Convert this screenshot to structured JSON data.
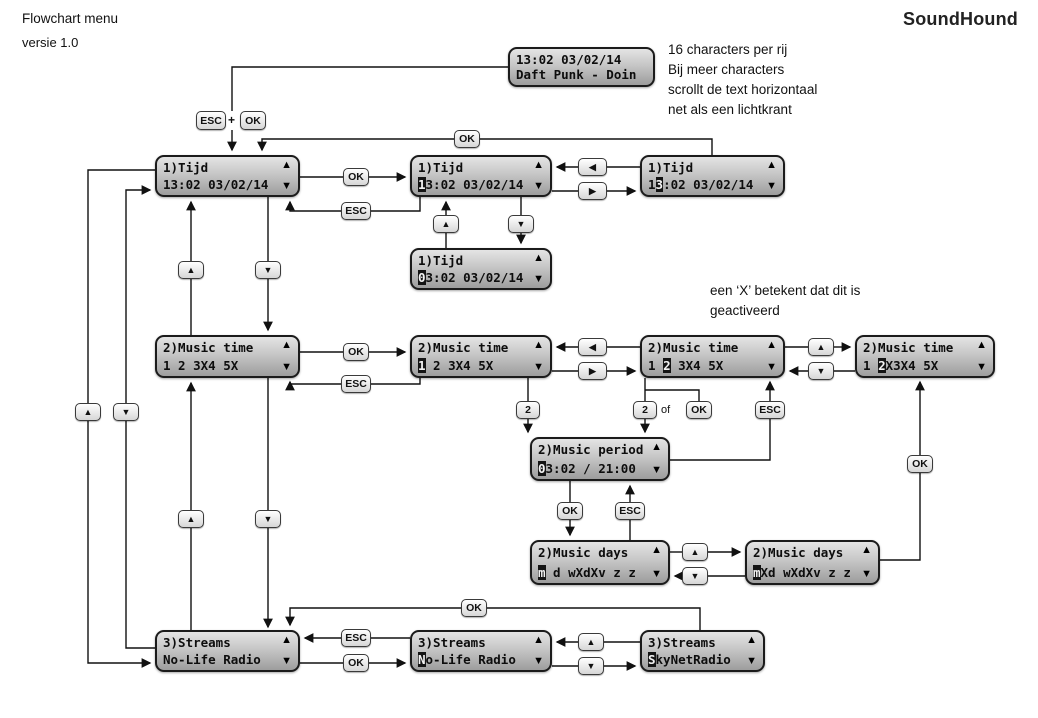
{
  "header": {
    "title": "Flowchart menu",
    "version": "versie 1.0",
    "brand": "SoundHound"
  },
  "notes": {
    "scroll_line1": "16 characters per rij",
    "scroll_line2": "Bij meer characters",
    "scroll_line3": "scrollt de text horizontaal",
    "scroll_line4": "net als een lichtkrant",
    "x_line1": "een ‘X’ betekent dat dit is",
    "x_line2": "geactiveerd",
    "plus": "+",
    "of": "of"
  },
  "buttons": {
    "ok": "OK",
    "esc": "ESC",
    "two": "2"
  },
  "glyphs": {
    "up": "▲",
    "down": "▼",
    "left": "◀",
    "right": "▶"
  },
  "screens": {
    "display": {
      "line1": "13:02 03/02/14",
      "pre": "Daft Punk - Doin"
    },
    "tijd": {
      "line1": "1)Tijd",
      "pre": "13:02 03/02/14"
    },
    "tijd_edit_digit1": {
      "line1": "1)Tijd",
      "pre": "",
      "sel": "1",
      "post": "3:02 03/02/14"
    },
    "tijd_edit_digit2": {
      "line1": "1)Tijd",
      "pre": "1",
      "sel": "3",
      "post": ":02 03/02/14"
    },
    "tijd_edit_changed": {
      "line1": "1)Tijd",
      "pre": "",
      "sel": "0",
      "post": "3:02 03/02/14"
    },
    "music_time": {
      "line1": "2)Music time",
      "pre": "1 2 3X4 5X"
    },
    "music_time_edit1": {
      "line1": "2)Music time",
      "pre": "",
      "sel": "1",
      "post": " 2 3X4 5X"
    },
    "music_time_edit2": {
      "line1": "2)Music time",
      "pre": "1 ",
      "sel": "2",
      "post": " 3X4 5X"
    },
    "music_time_activated": {
      "line1": "2)Music time",
      "pre": "1 ",
      "sel": "2",
      "post": "X3X4 5X"
    },
    "music_period": {
      "line1": "2)Music period",
      "pre": "",
      "sel": "0",
      "post": "3:02 / 21:00"
    },
    "music_days": {
      "line1": "2)Music days",
      "pre": "",
      "sel": "m",
      "post": " d wXdXv z z"
    },
    "music_days_activated": {
      "line1": "2)Music days",
      "pre": "",
      "sel": "m",
      "post": "Xd wXdXv z z"
    },
    "streams": {
      "line1": "3)Streams",
      "pre": "No-Life Radio"
    },
    "streams_edit": {
      "line1": "3)Streams",
      "pre": "",
      "sel": "N",
      "post": "o-Life Radio"
    },
    "streams_alt": {
      "line1": "3)Streams",
      "pre": "",
      "sel": "S",
      "post": "kyNetRadio"
    }
  }
}
